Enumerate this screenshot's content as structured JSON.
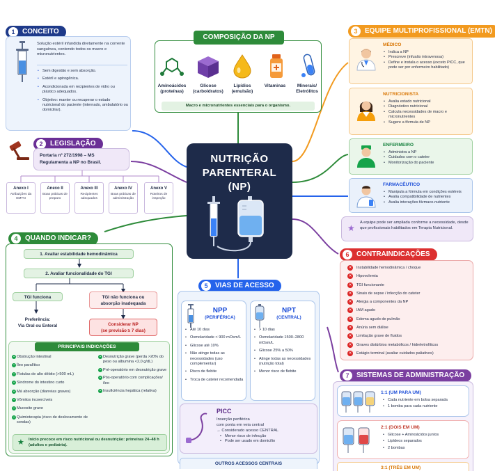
{
  "center": {
    "title_line1": "NUTRIÇÃO",
    "title_line2": "PARENTERAL",
    "title_line3": "(NP)"
  },
  "conceito": {
    "number": "1",
    "header": "CONCEITO",
    "description": "Solução estéril infundida diretamente na corrente sanguínea, contendo todos os macro e micronutrientes.",
    "items": [
      "Sem digestão e sem absorção.",
      "Estéril e apirogênica.",
      "Acondicionada em recipientes de vidro ou plástico adequados.",
      "Objetivo: manter ou recuperar o estado nutricional do paciente (internado, ambulatório ou domiciliar)."
    ]
  },
  "legislacao": {
    "number": "2",
    "header": "LEGISLAÇÃO",
    "text_line1": "Portaria nº 272/1998 – MS",
    "text_line2": "Regulamenta a NP no Brasil.",
    "annexes": [
      {
        "title": "Anexo I",
        "desc": "Atribuições da EMTN"
      },
      {
        "title": "Anexo II",
        "desc": "Boas práticas de preparo"
      },
      {
        "title": "Anexo III",
        "desc": "Recipientes adequados"
      },
      {
        "title": "Anexo IV",
        "desc": "Boas práticas de administração"
      },
      {
        "title": "Anexo V",
        "desc": "Roteiros de inspeção"
      }
    ]
  },
  "composicao": {
    "header": "COMPOSIÇÃO DA NP",
    "items": [
      {
        "name_line1": "Aminoácidos",
        "name_line2": "(proteínas)",
        "icon": "molecule-icon"
      },
      {
        "name_line1": "Glicose",
        "name_line2": "(carboidratos)",
        "icon": "cube-icon"
      },
      {
        "name_line1": "Lipídios",
        "name_line2": "(emulsão)",
        "icon": "droplet-icon"
      },
      {
        "name_line1": "Vitaminas",
        "name_line2": "",
        "icon": "bottle-icon"
      },
      {
        "name_line1": "Minerais/",
        "name_line2": "Eletrólitos",
        "icon": "test-tube-icon"
      }
    ],
    "footer": "Macro e micronutrientes essenciais para o organismo."
  },
  "equipe": {
    "number": "3",
    "header": "EQUIPE MULTIPROFISSIONAL (EMTN)",
    "members": [
      {
        "role": "MÉDICO",
        "items": [
          "Indica a NP",
          "Prescreve (infusão intravenosa)",
          "Define e instala o acesso (exceto PICC, que pode ser por enfermeiro habilitado)"
        ]
      },
      {
        "role": "NUTRICIONISTA",
        "items": [
          "Avalia estado nutricional",
          "Diagnóstico nutricional",
          "Calcula necessidades de macro e micronutrientes",
          "Sugere a fórmula de NP"
        ]
      },
      {
        "role": "ENFERMEIRO",
        "items": [
          "Administra a NP",
          "Cuidados com o cateter",
          "Monitorização do paciente"
        ]
      },
      {
        "role": "FARMACÊUTICO",
        "items": [
          "Manipula a fórmula em condições estéreis",
          "Avalia compatibilidade de nutrientes",
          "Avalia interações fármaco-nutriente"
        ]
      }
    ],
    "note": "A equipe pode ser ampliada conforme a necessidade, desde que profissionais habilitados em Terapia Nutricional."
  },
  "quando": {
    "number": "4",
    "header": "QUANDO INDICAR?",
    "step1": "1. Avaliar estabilidade hemodinâmica",
    "step2": "2. Avaliar funcionalidade do TGI",
    "tgi_ok": "TGI funciona",
    "tgi_ok_result_line1": "Preferência:",
    "tgi_ok_result_line2": "Via Oral ou Enteral",
    "tgi_fail_line1": "TGI não funciona ou",
    "tgi_fail_line2": "absorção inadequada",
    "consider_line1": "Considerar NP",
    "consider_line2": "(se previsão ≥ 7 dias)",
    "indications_header": "PRINCIPAIS INDICAÇÕES",
    "indications_left": [
      "Obstrução intestinal",
      "Íleo paralítico",
      "Fístulas de alto débito (>500 mL)",
      "Síndrome do intestino curto",
      "Má absorção (diarreias graves)",
      "Vômitos incoercíveis",
      "Mucosite grave",
      "Quimioterapia (risco de deslocamento de sondas)"
    ],
    "indications_right": [
      "Desnutrição grave (perda >20% do peso ou albumina <2,0 g/dL)",
      "Pré-operatório em desnutrição grave",
      "Pós-operatório com complicações/íleo",
      "Insuficiência hepática (relativa)"
    ],
    "note": "Início precoce em risco nutricional ou desnutrição: primeiras 24–48 h (adultos e pediatria)."
  },
  "vias": {
    "number": "5",
    "header": "VIAS DE ACESSO",
    "npp": {
      "title": "NPP",
      "subtitle": "(PERIFÉRICA)",
      "items": [
        "Até 10 dias",
        "Osmolaridade < 900 mOsm/L",
        "Glicose até 10%",
        "Não atinge todas as necessidades (uso complementar)",
        "Risco de flebite",
        "Troca de cateter recomendada"
      ]
    },
    "npt": {
      "title": "NPT",
      "subtitle": "(CENTRAL)",
      "items": [
        "> 10 dias",
        "Osmolaridade 1500–2800 mOsm/L",
        "Glicose 25% a 50%",
        "Atinge todas as necessidades (nutrição total)",
        "Menor risco de flebite"
      ]
    },
    "picc": {
      "title": "PICC",
      "line1": "Inserção periférica",
      "line2": "com ponta em veia central",
      "line3": "→ Considerado acesso CENTRAL",
      "items": [
        "Menor risco de infecção",
        "Pode ser usado em domicílio"
      ]
    },
    "outros": "OUTROS ACESSOS CENTRAIS"
  },
  "contra": {
    "number": "6",
    "header": "CONTRAINDICAÇÕES",
    "items": [
      "Instabilidade hemodinâmica / choque",
      "Hipovolemia",
      "TGI funcionante",
      "Sinais de sepse / infecção do cateter",
      "Alergia a componentes da NP",
      "IAM agudo",
      "Edema agudo de pulmão",
      "Anúria sem diálise",
      "Limitação grave de fluidos",
      "Graves distúrbios metabólicos / hidreletrolíticos",
      "Estágio terminal (avaliar cuidados paliativos)"
    ]
  },
  "sistemas": {
    "number": "7",
    "header": "SISTEMAS DE ADMINISTRAÇÃO",
    "items": [
      {
        "title": "1:1 (UM PARA UM)",
        "items": [
          "Cada nutriente em bolsa separada",
          "1 bomba para cada nutriente"
        ]
      },
      {
        "title": "2:1 (DOIS EM UM)",
        "items": [
          "Glicose + Aminoácidos juntos",
          "Lipídeos separados",
          "2 bombas"
        ]
      },
      {
        "title": "3:1 (TRÊS EM UM)",
        "items": []
      }
    ]
  },
  "colors": {
    "navy": "#1e2b4a",
    "blue": "#2563eb",
    "green": "#2e8b3a",
    "orange": "#f29a1f",
    "purple": "#7b3fa0",
    "red": "#dc3030"
  }
}
